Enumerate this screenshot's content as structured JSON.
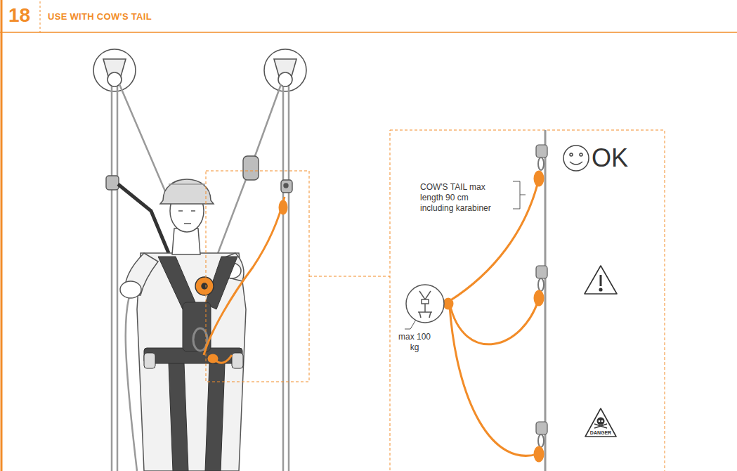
{
  "diagram": {
    "title": "USE WITH COW'S TAIL",
    "nodes": [
      {
        "text": [
          "DANGER"
        ]
      }
    ],
    "labels": [
      "18",
      "COW'S TAIL max length 90 cm including karabiner",
      "max 100 kg",
      "OK"
    ]
  }
}
